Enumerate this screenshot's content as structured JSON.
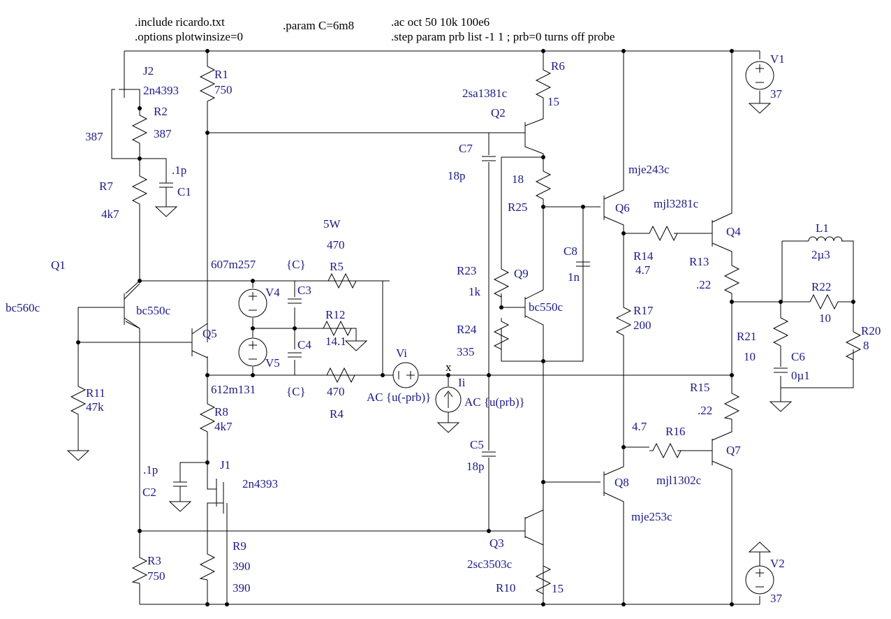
{
  "directives": {
    "include": ".include ricardo.txt",
    "options": ".options plotwinsize=0",
    "param": ".param C=6m8",
    "ac": ".ac oct 50 10k 100e6",
    "step": ".step param prb list -1 1 ; prb=0 turns off probe"
  },
  "components": {
    "J2": {
      "ref": "J2",
      "value": "2n4393"
    },
    "J1": {
      "ref": "J1",
      "value": "2n4393"
    },
    "R1": {
      "ref": "R1",
      "value": "750"
    },
    "R2": {
      "ref": "R2",
      "value": "387",
      "extra": "387"
    },
    "R3": {
      "ref": "R3",
      "value": "750"
    },
    "R4": {
      "ref": "R4",
      "value": "470"
    },
    "R5": {
      "ref": "R5",
      "value": "470",
      "extra": "5W"
    },
    "R6": {
      "ref": "R6",
      "value": "15"
    },
    "R7": {
      "ref": "R7",
      "value": "4k7"
    },
    "R8": {
      "ref": "R8",
      "value": "4k7"
    },
    "R9": {
      "ref": "R9",
      "value": "390",
      "extra": "390"
    },
    "R10": {
      "ref": "R10",
      "value": "15"
    },
    "R11": {
      "ref": "R11",
      "value": "47k"
    },
    "R12": {
      "ref": "R12",
      "value": "14.1"
    },
    "R13": {
      "ref": "R13",
      "value": ".22"
    },
    "R14": {
      "ref": "R14",
      "value": "4.7"
    },
    "R15": {
      "ref": "R15",
      "value": ".22"
    },
    "R16": {
      "ref": "R16",
      "value": "4.7"
    },
    "R17": {
      "ref": "R17",
      "value": "200"
    },
    "R20": {
      "ref": "R20",
      "value": "8"
    },
    "R21": {
      "ref": "R21",
      "value": "10"
    },
    "R22": {
      "ref": "R22",
      "value": "10"
    },
    "R23": {
      "ref": "R23",
      "value": "1k"
    },
    "R24": {
      "ref": "R24",
      "value": "335"
    },
    "R25": {
      "ref": "R25",
      "value": "18"
    },
    "C1": {
      "ref": "C1",
      "value": ".1p"
    },
    "C2": {
      "ref": "C2",
      "value": ".1p"
    },
    "C3": {
      "ref": "C3",
      "value": "{C}"
    },
    "C4": {
      "ref": "C4",
      "value": "{C}"
    },
    "C5": {
      "ref": "C5",
      "value": "18p"
    },
    "C6": {
      "ref": "C6",
      "value": "0µ1"
    },
    "C7": {
      "ref": "C7",
      "value": "18p"
    },
    "C8": {
      "ref": "C8",
      "value": "1n"
    },
    "L1": {
      "ref": "L1",
      "value": "2µ3"
    },
    "Q1": {
      "ref": "Q1",
      "value": "bc560c"
    },
    "Q2": {
      "ref": "Q2",
      "value": "2sa1381c"
    },
    "Q3": {
      "ref": "Q3",
      "value": "2sc3503c"
    },
    "Q4": {
      "ref": "Q4",
      "value": "mjl3281c"
    },
    "Q5": {
      "ref": "Q5",
      "value": "bc550c"
    },
    "Q6": {
      "ref": "Q6",
      "value": "mje243c"
    },
    "Q7": {
      "ref": "Q7",
      "value": "mjl1302c"
    },
    "Q8": {
      "ref": "Q8",
      "value": "mje253c"
    },
    "Q9": {
      "ref": "Q9",
      "value": "bc550c"
    },
    "V1": {
      "ref": "V1",
      "value": "37"
    },
    "V2": {
      "ref": "V2",
      "value": "37"
    },
    "V4": {
      "ref": "V4",
      "value": "607m257"
    },
    "V5": {
      "ref": "V5",
      "value": "612m131"
    },
    "Vi": {
      "ref": "Vi",
      "value": "AC {u(-prb)}"
    },
    "Ii": {
      "ref": "Ii",
      "value": "AC {u(prb)}"
    }
  },
  "net_labels": {
    "x": "x"
  },
  "colors": {
    "wire": "#000000",
    "label": "#1a1a8c",
    "directive": "#000000",
    "background": "#ffffff"
  }
}
